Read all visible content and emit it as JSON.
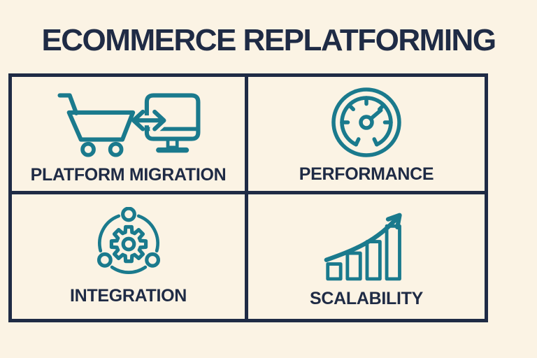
{
  "title": "ECOMMERCE REPLATFORMING",
  "colors": {
    "background": "#FBF3E4",
    "navy": "#1F2B45",
    "teal": "#1A7A8D"
  },
  "quadrants": [
    {
      "label": "PLATFORM MIGRATION",
      "icon": "cart-to-monitor-migration"
    },
    {
      "label": "PERFORMANCE",
      "icon": "speedometer"
    },
    {
      "label": "INTEGRATION",
      "icon": "gear-network"
    },
    {
      "label": "SCALABILITY",
      "icon": "growth-bar-chart"
    }
  ]
}
